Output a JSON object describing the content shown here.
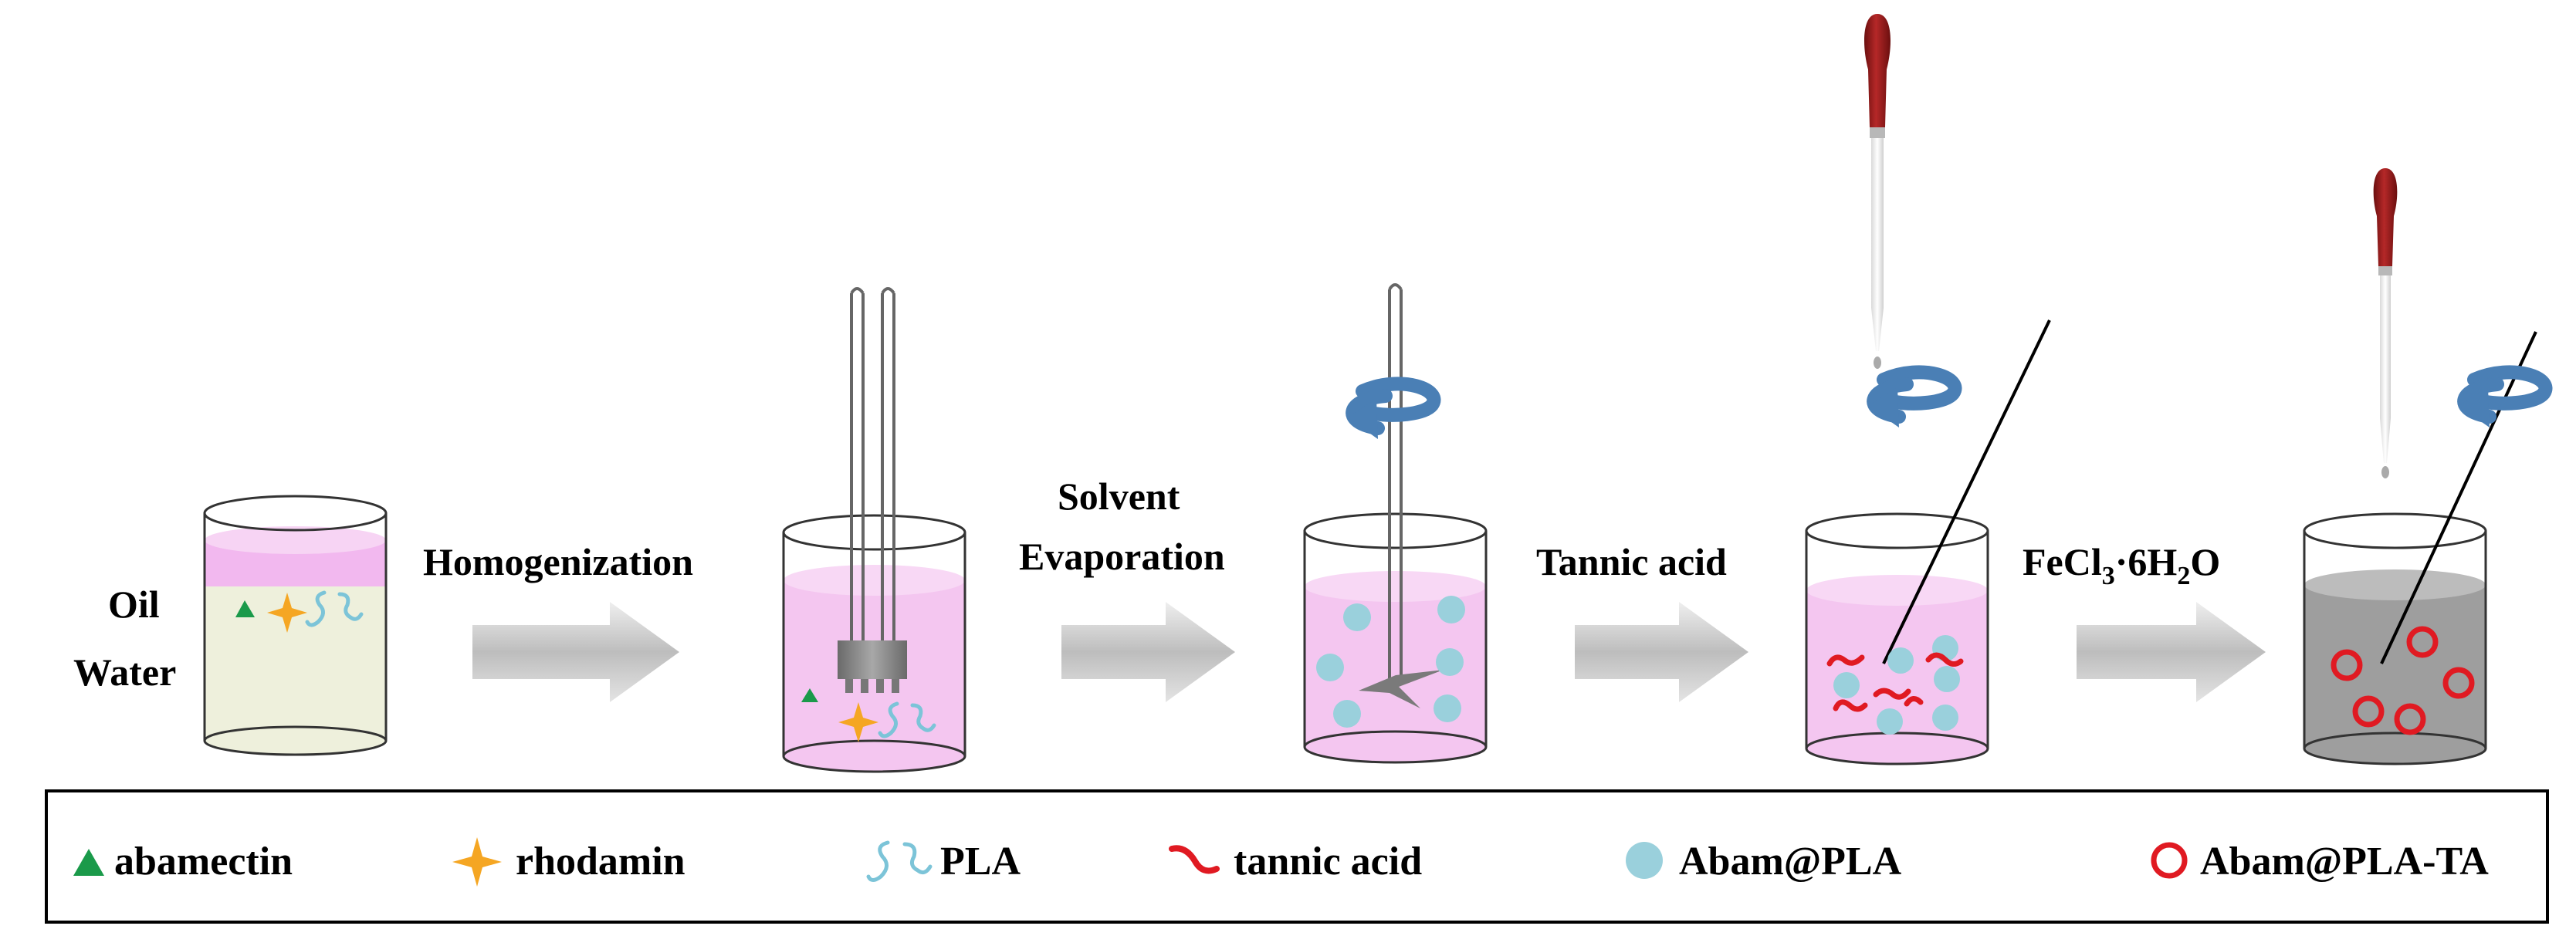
{
  "phases": {
    "oil": "Oil",
    "water": "Water"
  },
  "steps": [
    {
      "line1": "Homogenization",
      "line2": ""
    },
    {
      "line1": "Solvent",
      "line2": "Evaporation"
    },
    {
      "line1": "Tannic acid",
      "line2": ""
    },
    {
      "line1": "FeCl",
      "sub1": "3",
      "mid": "·6H",
      "sub2": "2",
      "end": "O"
    }
  ],
  "legend": [
    {
      "icon": "green-triangle-icon",
      "label": "abamectin"
    },
    {
      "icon": "orange-star-icon",
      "label": "rhodamin"
    },
    {
      "icon": "pla-chain-icon",
      "label": "PLA"
    },
    {
      "icon": "red-squiggle-icon",
      "label": "tannic acid"
    },
    {
      "icon": "blue-circle-icon",
      "label": "Abam@PLA"
    },
    {
      "icon": "red-ring-icon",
      "label": "Abam@PLA-TA"
    }
  ],
  "colors": {
    "pink": "#f4c6f0",
    "pink_top": "#f8d8f5",
    "oil_pink": "#f2b8ef",
    "water_cream": "#eef0dc",
    "gray_liquid": "#9e9e9e",
    "gray_top": "#bcbcbc",
    "particle_blue": "#9ad0dc",
    "tannic_red": "#e01a22",
    "triangle_green": "#1a9a4a",
    "star_orange": "#f5a623",
    "pla_blue": "#7cc4d8",
    "rotation_blue": "#4a7fb5",
    "pipette_red": "#8b1a1a"
  }
}
